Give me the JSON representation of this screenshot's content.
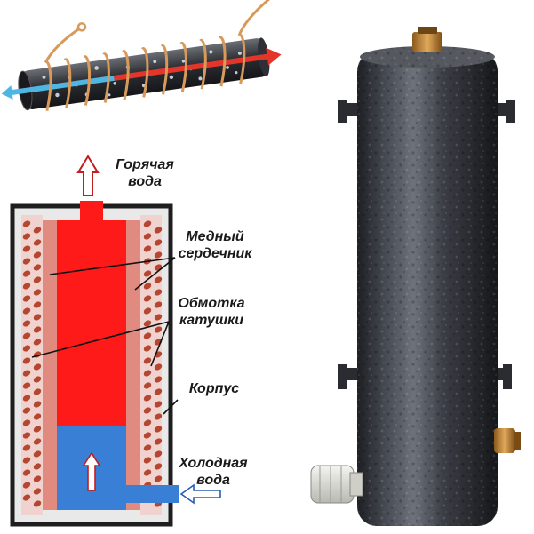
{
  "labels": {
    "hot_water_1": "Горячая",
    "hot_water_2": "вода",
    "copper_core_1": "Медный",
    "copper_core_2": "сердечник",
    "coil_winding_1": "Обмотка",
    "coil_winding_2": "катушки",
    "housing": "Корпус",
    "cold_water_1": "Холодная",
    "cold_water_2": "вода"
  },
  "colors": {
    "hot": "#ff1a1a",
    "cold": "#3a7fd6",
    "coil": "#b5462f",
    "housing_wall": "#2b2b2b",
    "heater_body": "#3a3d44"
  }
}
